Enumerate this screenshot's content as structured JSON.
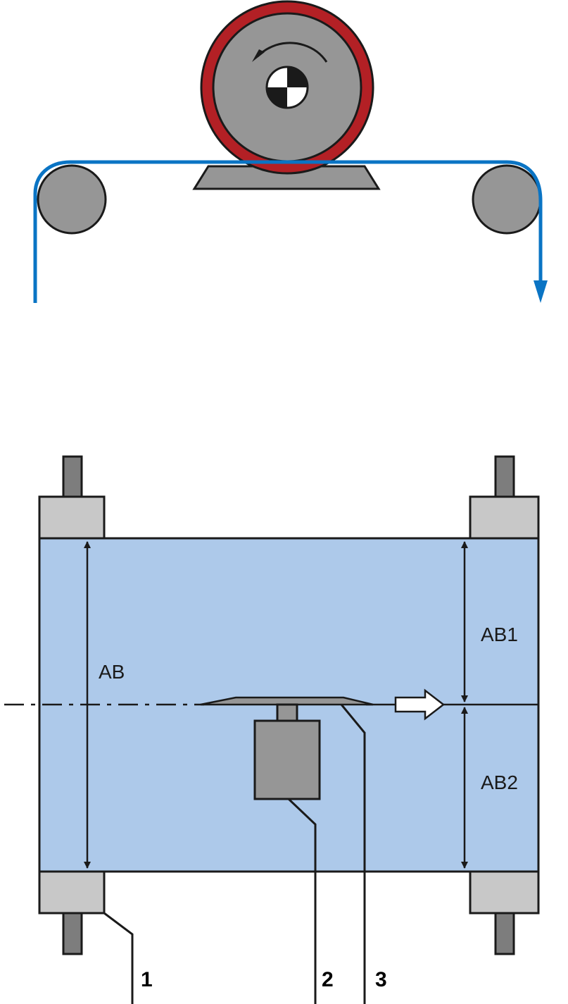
{
  "colors": {
    "belt": "#0a74c4",
    "sleeve": "#b32025",
    "roller_gray": "#969696",
    "guide_block": "#c8c8c8",
    "shaft": "#7d7d7d",
    "web_fill": "#adc9ea",
    "outline": "#1a1a1a"
  },
  "icons": {
    "rotation": "counter-clockwise-arrow-icon",
    "center_mark": "quartered-center-mark-icon",
    "direction": "hollow-right-arrow-icon"
  },
  "dimensions": {
    "ab": "AB",
    "ab1": "AB1",
    "ab2": "AB2"
  },
  "callouts": {
    "c1": "1",
    "c2": "2",
    "c3": "3"
  }
}
